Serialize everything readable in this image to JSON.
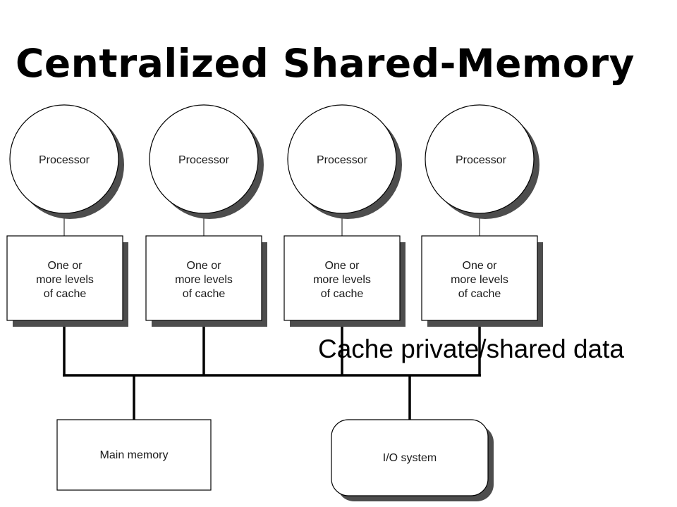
{
  "slide": {
    "title": "Centralized Shared-Memory"
  },
  "diagram": {
    "processors": [
      {
        "label": "Processor"
      },
      {
        "label": "Processor"
      },
      {
        "label": "Processor"
      },
      {
        "label": "Processor"
      }
    ],
    "caches": [
      {
        "lines": [
          "One or",
          "more levels",
          "of cache"
        ]
      },
      {
        "lines": [
          "One or",
          "more levels",
          "of cache"
        ]
      },
      {
        "lines": [
          "One or",
          "more levels",
          "of cache"
        ]
      },
      {
        "lines": [
          "One or",
          "more levels",
          "of cache"
        ]
      }
    ],
    "main_memory": {
      "label": "Main memory"
    },
    "io_system": {
      "label": "I/O system"
    },
    "annotation": "Cache private/shared data",
    "colors": {
      "stroke": "#000000",
      "shadow": "#4d4d4d",
      "fill": "#ffffff"
    }
  }
}
